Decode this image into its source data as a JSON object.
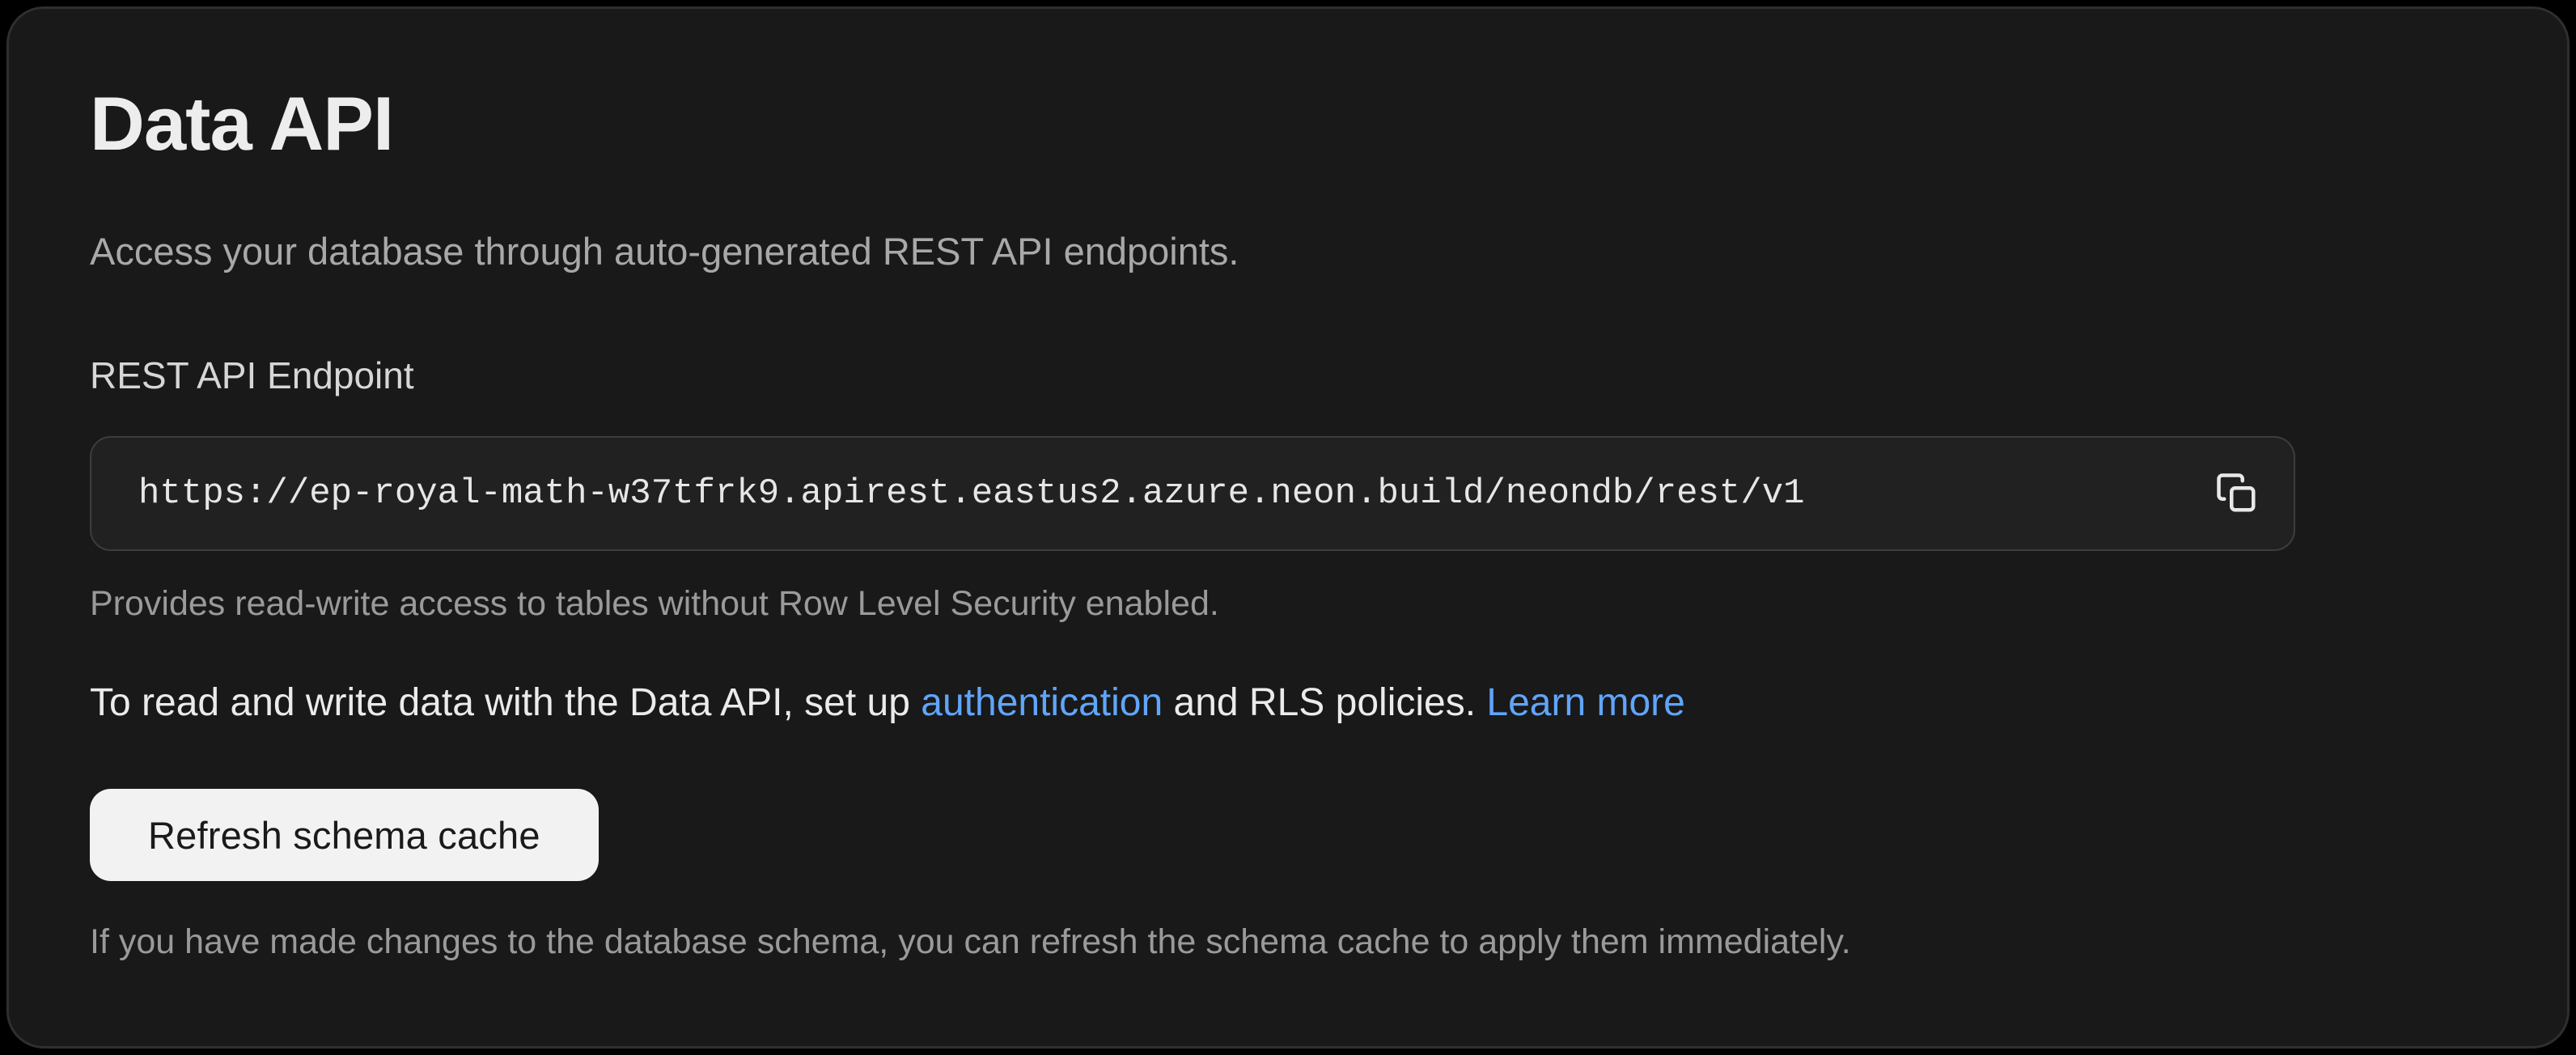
{
  "panel": {
    "title": "Data API",
    "description": "Access your database through auto-generated REST API endpoints.",
    "endpoint": {
      "label": "REST API Endpoint",
      "url": "https://ep-royal-math-w37tfrk9.apirest.eastus2.azure.neon.build/neondb/rest/v1",
      "copy_icon": "copy-icon",
      "helper": "Provides read-write access to tables without Row Level Security enabled."
    },
    "rls_note": {
      "text_before_auth_link": "To read and write data with the Data API, set up ",
      "auth_link_label": "authentication",
      "text_between_links": " and RLS policies. ",
      "learn_more_link_label": "Learn more"
    },
    "refresh": {
      "button_label": "Refresh schema cache",
      "helper": "If you have made changes to the database schema, you can refresh the schema cache to apply them immediately."
    }
  },
  "colors": {
    "page_bg": "#000000",
    "card_bg": "#191919",
    "card_border": "#2f2f2f",
    "input_bg": "#212121",
    "input_border": "#3d3d3d",
    "title_text": "#ededed",
    "desc_text": "#a8a8a8",
    "label_text": "#d6d6d6",
    "url_text": "#e6e6e6",
    "muted_text": "#9a9a9a",
    "body_text": "#ebebeb",
    "link": "#60a5fa",
    "button_bg": "#f2f2f2",
    "button_text": "#1a1a1a",
    "icon": "#e8e8e8"
  }
}
